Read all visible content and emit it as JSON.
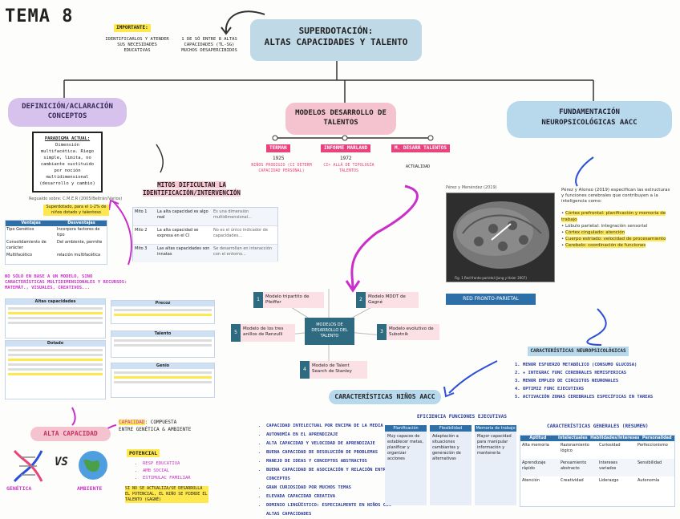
{
  "title": "TEMA 8",
  "central": {
    "line1": "SUPERDOTACIÓN:",
    "line2": "ALTAS CAPACIDADES Y TALENTO"
  },
  "importante": {
    "label": "IMPORTANTE:",
    "text": "IDENTIFICARLOS Y ATENDER SUS NECESIDADES EDUCATIVAS",
    "note": "1 DE SÓ ENTRE 8 ALTAS CAPACIDADES (TL-SG) MUCHOS DESAPERCIBIDOS"
  },
  "definicion": {
    "header": "DEFINICIÓN/ACLARACIÓN CONCEPTOS",
    "paradigma_title": "PARADIGMA ACTUAL:",
    "paradigma_body": "Dimensión multifacética. Riego simple, limita, no cambiante sustituido por noción multidimensional (desarrollo y cambio)",
    "caption": "Regualdo sobre: C.M.E.R (2005/Beltrán/Varios)",
    "highlight": "Superdotado, para el 1-2% de niños dotado y talentoso",
    "table_headers": [
      "Ventajas",
      "Desventajas"
    ],
    "table_rows": [
      [
        "Tipo Genético",
        "Incorpora factores de tipo"
      ],
      [
        "Consolidamiento de carácter",
        "Del ambiente, permite"
      ],
      [
        "Multifacético",
        "relación multifacética"
      ]
    ]
  },
  "modelos": {
    "header": "MODELOS DESARROLLO DE TALENTOS",
    "tags": [
      {
        "name": "TERMAN",
        "year": "1925",
        "desc": "NIÑOS PRODIGIO (CI DETERM CAPACIDAD PERSONAL)"
      },
      {
        "name": "INFORME MARLAND",
        "year": "1972",
        "desc": "CI+ ALLÁ DE TIPOLOGÍA TALENTOS"
      },
      {
        "name": "M. DESARR TALENTOS",
        "year": "",
        "desc": "ACTUALIDAD"
      }
    ]
  },
  "mitos": {
    "header": "MITOS DIFICULTAN LA IDENTIFICACIÓN/INTERVENCIÓN",
    "rows": [
      {
        "id": "Mito 1",
        "text": "La alta capacidad es algo real",
        "desc": "Es una dimensión multidimensional..."
      },
      {
        "id": "Mito 2",
        "text": "La alta capacidad se expresa en el CI",
        "desc": "No es el único indicador de capacidades..."
      },
      {
        "id": "Mito 3",
        "text": "Las altas capacidades son innatas",
        "desc": "Se desarrollan en interacción con el entorno..."
      }
    ]
  },
  "neuro": {
    "header": "FUNDAMENTACIÓN NEUROPSICOLÓGICAS AACC",
    "credit": "Pérez y Menéndez (2019)",
    "fig_caption": "Fig. 1 Red fronto-parietal (Jung y Haier 2007)",
    "button": "RED FRONTO-PARIETAL",
    "intro": "Pérez y Alonso (2019) especifican las estructuras y funciones cerebrales que contribuyen a la inteligencia como:",
    "items": [
      "Córtex prefrontal: planificación y memoria de trabajo",
      "Lóbulo parietal: integración sensorial",
      "Córtex cingulado: atención",
      "Cuerpo estriado: velocidad de procesamiento",
      "Cerebelo: coordinación de funciones"
    ]
  },
  "caract_neuro": {
    "header": "CARACTERÍSTICAS NEUROPSICOLÓGICAS",
    "items": [
      "1. MENOR ESFUERZO METABÓLICO (CONSUMO GLUCOSA)",
      "2. + INTEGRAC FUNC CEREBRALES HEMISFERICAS",
      "3. MENOR EMPLEO DE CIRCUITOS NEURONALES",
      "4. OPTIMIZ FUNC EJECUTIVAS",
      "5. ACTIVACIÓN ZONAS CEREBRALES ESPECÍFICAS EN TAREAS"
    ]
  },
  "modelos_center": {
    "center": "MODELOS DE DESARROLLO DEL TALENTO",
    "nodes": [
      {
        "num": "1",
        "label": "Modelo tripartito de Pfeiffer"
      },
      {
        "num": "2",
        "label": "Modelo MDDT de Gagné"
      },
      {
        "num": "3",
        "label": "Modelo evolutivo de Subotnik"
      },
      {
        "num": "4",
        "label": "Modelo de Talent Search de Stanley"
      },
      {
        "num": "5",
        "label": "Modelo de los tres anillos de Renzulli"
      }
    ]
  },
  "ninos": {
    "header": "CARACTERÍSTICAS NIÑOS AACC",
    "items": [
      "CAPACIDAD INTELECTUAL POR ENCIMA DE LA MEDIA",
      "AUTONOMÍA EN EL APRENDIZAJE",
      "ALTA CAPACIDAD Y VELOCIDAD DE APRENDIZAJE",
      "BUENA CAPACIDAD DE RESOLUCIÓN DE PROBLEMAS",
      "MANEJO DE IDEAS Y CONCEPTOS ABSTRACTOS",
      "BUENA CAPACIDAD DE ASOCIACIÓN Y RELACIÓN ENTRE CONCEPTOS",
      "GRAN CURIOSIDAD POR MUCHOS TEMAS",
      "ELEVADA CAPACIDAD CREATIVA",
      "DOMINIO LINGÜÍSTICO: ESPECIALMENTE EN NIÑOS CON ALTAS CAPACIDADES"
    ]
  },
  "ejecutivas": {
    "header": "EFICIENCIA FUNCIONES EJECUTIVAS",
    "cols": [
      {
        "title": "Planificación",
        "text": "Muy capaces de establecer metas, planificar y organizar acciones"
      },
      {
        "title": "Flexibilidad",
        "text": "Adaptación a situaciones cambiantes y generación de alternativas"
      },
      {
        "title": "Memoria de trabajo",
        "text": "Mayor capacidad para manipular información y mantenerla"
      }
    ]
  },
  "generales": {
    "header": "CARACTERÍSTICAS GENERALES (RESUMEN)",
    "cols": [
      "Aptitud",
      "Intelectuales",
      "Habilidades/Intereses",
      "Personalidad"
    ],
    "rows": [
      [
        "Alta memoria",
        "Razonamiento lógico",
        "Curiosidad",
        "Perfeccionismo"
      ],
      [
        "Aprendizaje rápido",
        "Pensamiento abstracto",
        "Intereses variados",
        "Sensibilidad"
      ],
      [
        "Atención",
        "Creatividad",
        "Liderazgo",
        "Autonomía"
      ]
    ]
  },
  "alta_capacidad": {
    "header": "ALTA CAPACIDAD",
    "capacidad_label": "CAPACIDAD",
    "capacidad_text": ": COMPUESTA ENTRE GENÉTICA & AMBIENTE",
    "potencial": "POTENCIAL",
    "potencial_items": [
      "RESP EDUCATIVA",
      "AMB SOCIAL",
      "ESTIMULAC FAMILIAR"
    ],
    "note": "SI NO SE ACTUALIZA/SE DESARROLLA EL POTENCIAL, EL NIÑO SE PIERDE EL TALENTO (GAGNÉ)",
    "genetica": "GENÉTICA",
    "vs": "VS",
    "ambiente": "AMBIENTE"
  },
  "left_notes": {
    "mids": "NO SÓLO EN BASE A UN MODELO, SINO CARACTERÍSTICAS MULTIDIMENSIONALES Y RECURSOS: MATEMÁT., VISUALES, CREATIVOS...",
    "card1_title": "Altas capacidades",
    "card2_title": "Dotado",
    "card3_title": "Precoz",
    "card4_title": "Talento",
    "card5_title": "Genio"
  },
  "colors": {
    "navy": "#2a3a9a",
    "pink": "#e8437d",
    "blue": "#b8d8ec",
    "yellow": "#ffe84d"
  }
}
